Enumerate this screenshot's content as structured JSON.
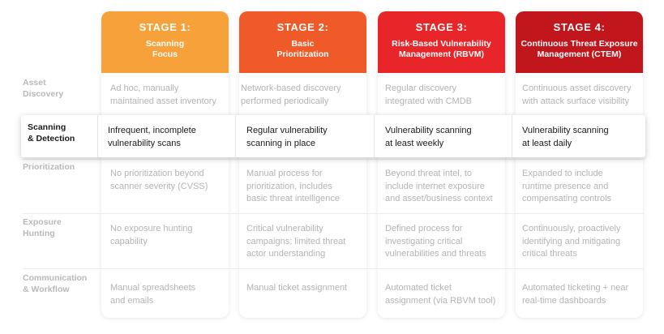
{
  "colors": {
    "stage1": "#f7a13a",
    "stage2": "#f05a28",
    "stage3": "#e8262a",
    "stage4": "#c0161c"
  },
  "stages": [
    {
      "title": "STAGE 1:",
      "subtitle": "Scanning\nFocus"
    },
    {
      "title": "STAGE 2:",
      "subtitle": "Basic\nPrioritization"
    },
    {
      "title": "STAGE 3:",
      "subtitle": "Risk-Based Vulnerability\nManagement (RBVM)"
    },
    {
      "title": "STAGE 4:",
      "subtitle": "Continuous Threat Exposure\nManagement (CTEM)"
    }
  ],
  "rows": [
    {
      "label": "Asset\nDiscovery",
      "cells": [
        "Ad hoc, manually\nmaintained asset inventory",
        "Network-based discovery\nperformed periodically",
        "Regular discovery\nintegrated with CMDB",
        "Continuous asset discovery\nwith attack surface visibility"
      ]
    },
    {
      "label": "Scanning\n& Detection",
      "cells": [
        "Infrequent, incomplete\nvulnerability scans",
        "Regular vulnerability\nscanning in place",
        "Vulnerability scanning\nat least weekly",
        "Vulnerability scanning\nat least daily"
      ]
    },
    {
      "label": "Prioritization",
      "cells": [
        "No prioritization beyond\nscanner severity (CVSS)",
        "Manual process for\nprioritization, includes\nbasic threat intelligence",
        "Beyond threat intel, to\ninclude internet exposure\nand asset/business context",
        "Expanded to include\nruntime presence and\ncompensating controls"
      ]
    },
    {
      "label": "Exposure\nHunting",
      "cells": [
        "No exposure hunting\ncapability",
        "Critical vulnerability\ncampaigns; limited threat\nactor understanding",
        "Defined process for\ninvestigating critical\nvulnerabilities and threats",
        "Continuously, proactively\nidentifying and mitigating\ncritical threats"
      ]
    },
    {
      "label": "Communication\n& Workflow",
      "cells": [
        "Manual spreadsheets\nand emails",
        "Manual ticket assignment",
        "Automated ticket\nassignment (via RBVM tool)",
        "Automated ticketing + near\nreal-time dashboards"
      ]
    }
  ]
}
